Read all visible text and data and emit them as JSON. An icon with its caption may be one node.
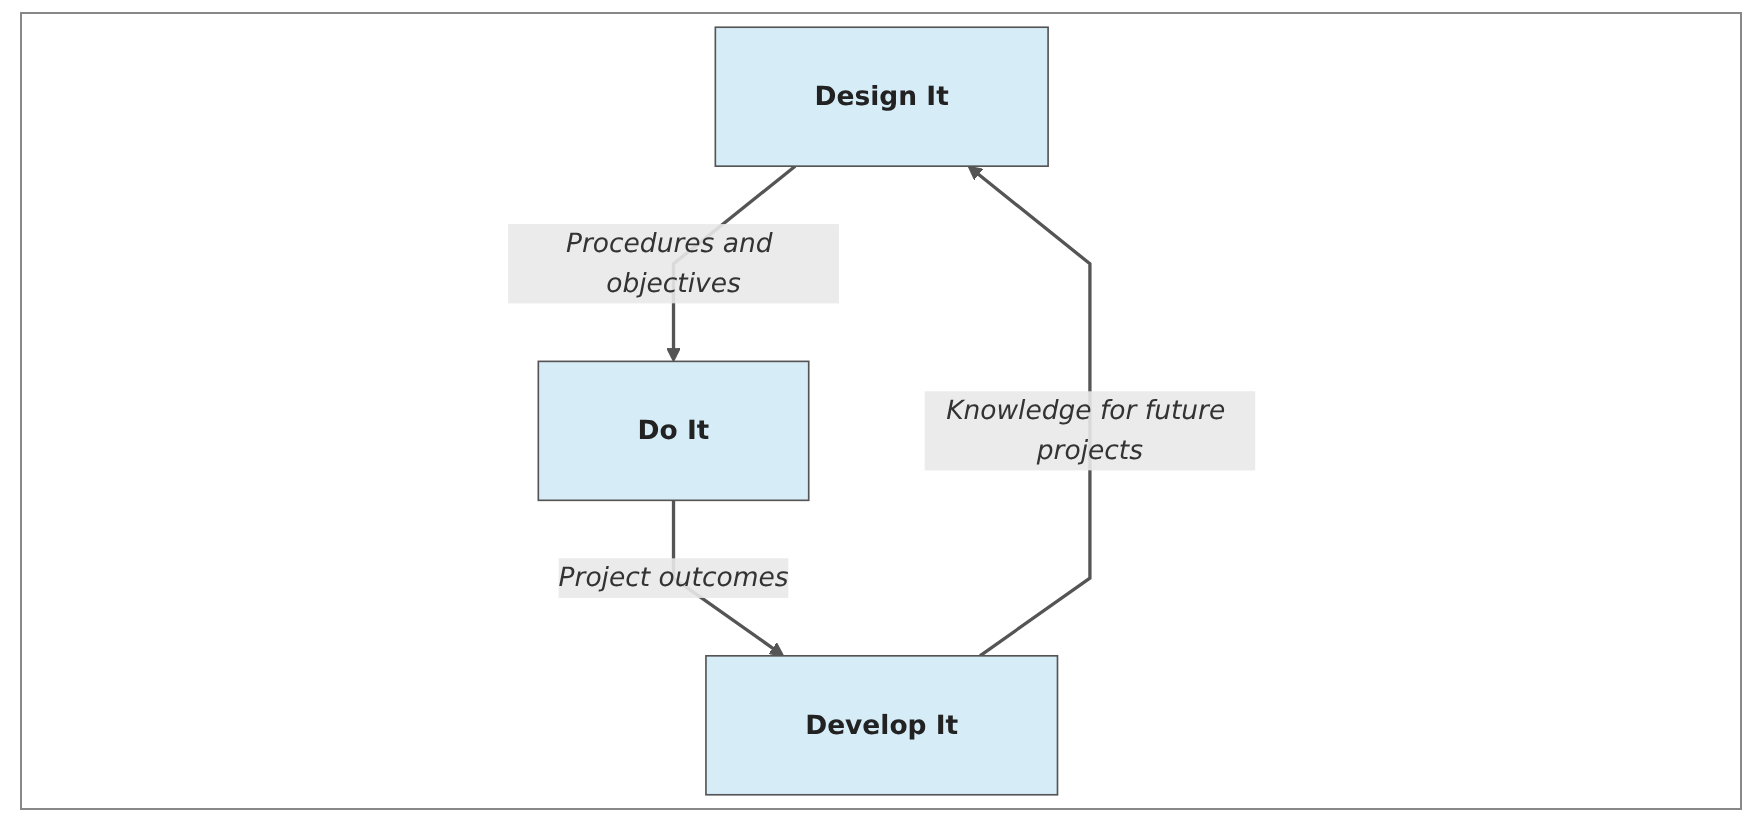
{
  "diagram": {
    "nodes": [
      {
        "text": [
          "Design It"
        ]
      },
      {
        "text": [
          "Do It"
        ]
      },
      {
        "text": [
          "Develop It"
        ]
      }
    ],
    "edges": [
      {
        "from": 0,
        "to": 1,
        "arrow": "to",
        "label": "Procedures and objectives"
      },
      {
        "from": 1,
        "to": 2,
        "arrow": "to",
        "label": "Project outcomes"
      },
      {
        "from": 2,
        "to": 0,
        "arrow": "to",
        "label": "Knowledge for future projects"
      }
    ]
  }
}
